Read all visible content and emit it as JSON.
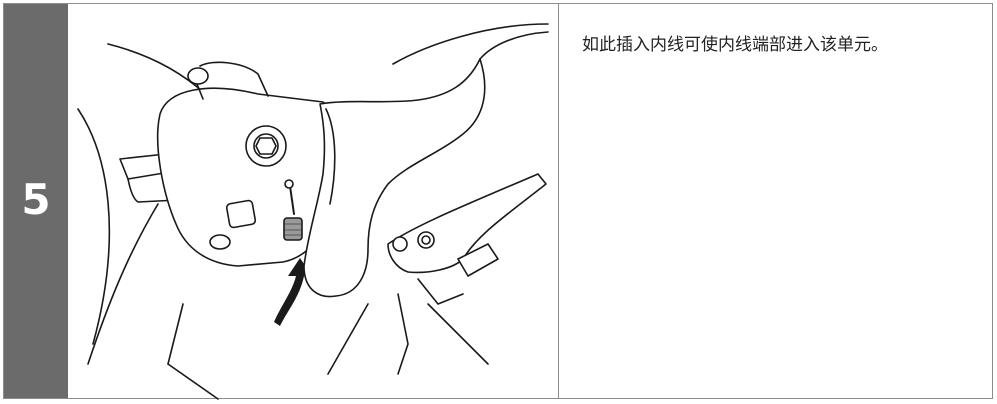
{
  "step": {
    "number": "5",
    "instruction": "如此插入内线可使内线端部进入该单元。"
  },
  "colors": {
    "step_background": "#6b6b6b",
    "border": "#8c8c8c",
    "line_art": "#1a1a1a"
  },
  "illustration": {
    "subject": "cable-inner-wire-insertion",
    "icons": [
      "curved-arrow-icon",
      "cable-end-icon",
      "bolt-icon"
    ]
  }
}
